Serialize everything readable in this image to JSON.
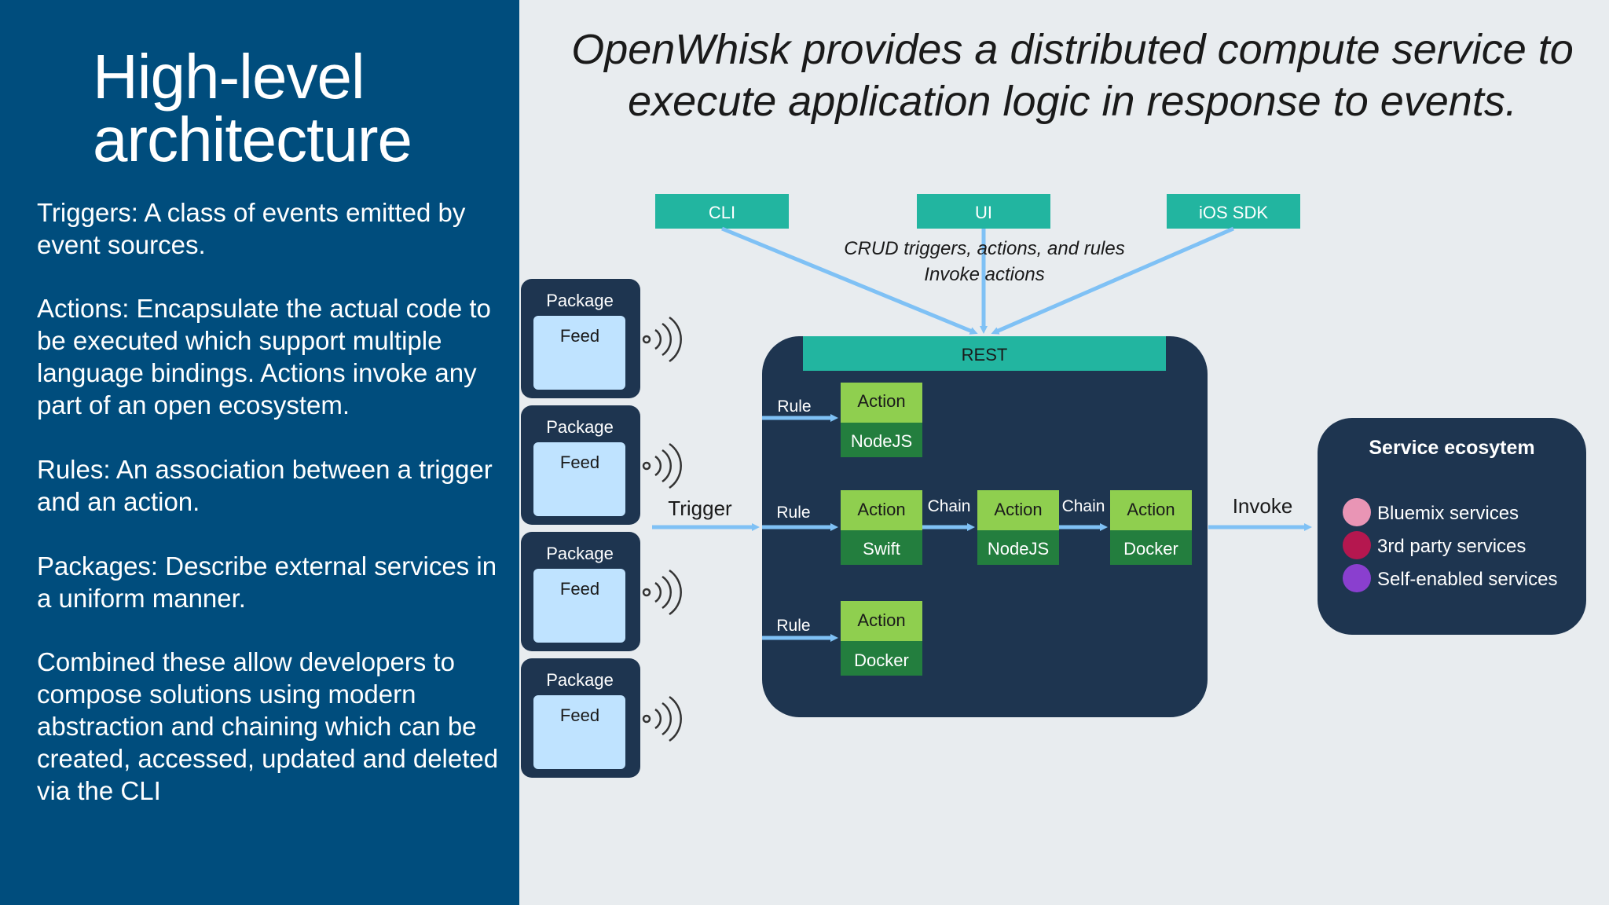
{
  "left_panel": {
    "title_line1": "High-level",
    "title_line2": "architecture",
    "definitions": [
      {
        "term": "Triggers:",
        "text": " A class of events emitted by event sources."
      },
      {
        "term": "Actions:",
        "text": " Encapsulate the actual code to be executed which support multiple language bindings. Actions invoke any part of an open ecosystem."
      },
      {
        "term": "Rules:",
        "text": " An association between a trigger and an action."
      },
      {
        "term": "Packages:",
        "text": " Describe external services in a uniform manner."
      }
    ],
    "summary": "Combined these allow developers to compose solutions using modern abstraction and chaining which can be created, accessed, updated and deleted via the CLI"
  },
  "headline": "OpenWhisk provides a distributed compute service to execute application logic in response to events.",
  "diagram": {
    "clients": [
      "CLI",
      "UI",
      "iOS SDK"
    ],
    "crud_label_line1": "CRUD triggers, actions, and rules",
    "crud_label_line2": "Invoke actions",
    "packages": [
      {
        "label": "Package",
        "feed": "Feed"
      },
      {
        "label": "Package",
        "feed": "Feed"
      },
      {
        "label": "Package",
        "feed": "Feed"
      },
      {
        "label": "Package",
        "feed": "Feed"
      }
    ],
    "trigger_label": "Trigger",
    "rest_label": "REST",
    "rule_label": "Rule",
    "chain_label": "Chain",
    "invoke_label": "Invoke",
    "actions": [
      {
        "label": "Action",
        "runtime": "NodeJS"
      },
      {
        "label": "Action",
        "runtime": "Swift"
      },
      {
        "label": "Action",
        "runtime": "NodeJS"
      },
      {
        "label": "Action",
        "runtime": "Docker"
      },
      {
        "label": "Action",
        "runtime": "Docker"
      }
    ],
    "ecosystem": {
      "title": "Service ecosytem",
      "items": [
        {
          "label": "Bluemix services",
          "color": "#e995b5"
        },
        {
          "label": "3rd party services",
          "color": "#b5174f"
        },
        {
          "label": "Self-enabled services",
          "color": "#8a3fcf"
        }
      ]
    },
    "colors": {
      "teal": "#22b5a0",
      "navy": "#1e3550",
      "action_green": "#8fcf4f",
      "runtime_green": "#237e3e",
      "feed_blue": "#bfe3ff",
      "arrow_blue": "#7fc1f5"
    }
  }
}
